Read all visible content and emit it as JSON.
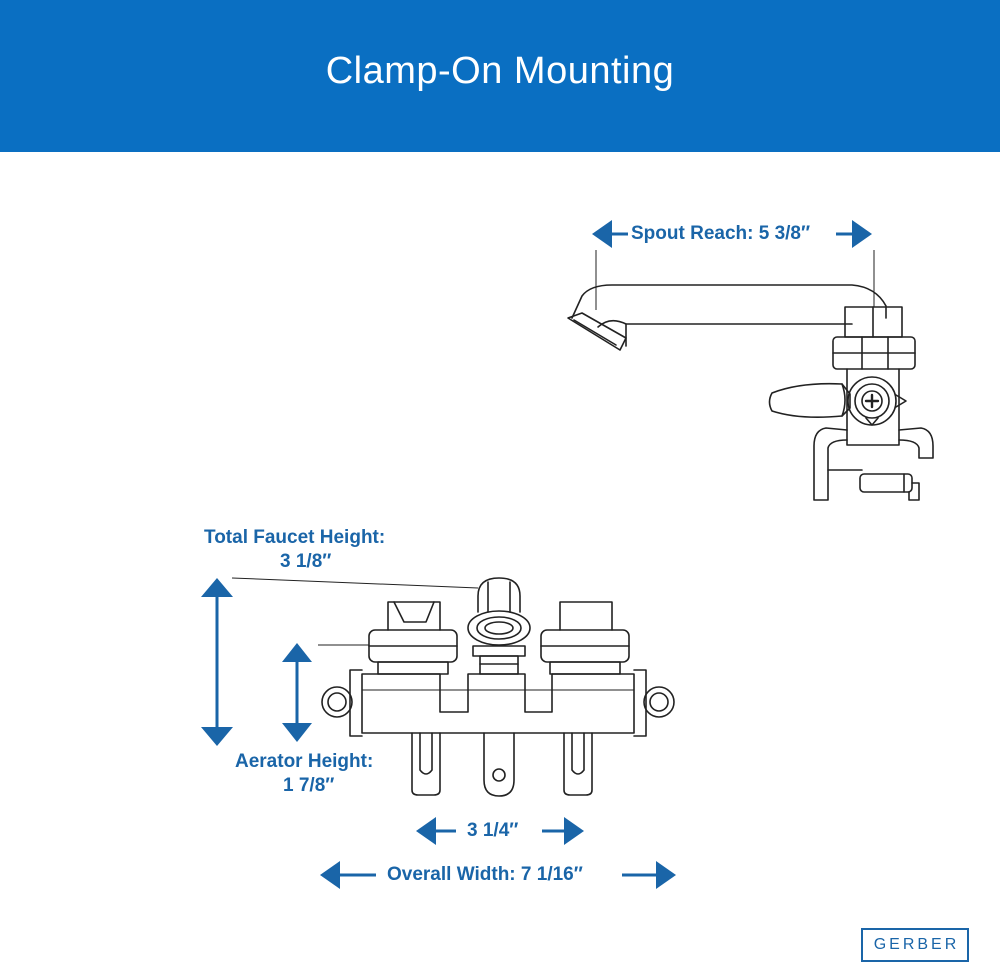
{
  "header": {
    "title": "Clamp-On Mounting"
  },
  "dimensions": {
    "spout_reach": "Spout Reach: 5 3/8″",
    "total_height_line1": "Total Faucet Height:",
    "total_height_line2": "3 1/8″",
    "aerator_height_line1": "Aerator Height:",
    "aerator_height_line2": "1 7/8″",
    "center_width": "3 1/4″",
    "overall_width": "Overall Width: 7 1/16″"
  },
  "logo": {
    "text": "GERBER"
  },
  "colors": {
    "header": "#0a6fc2",
    "accent": "#1a65a8",
    "line": "#222222"
  }
}
